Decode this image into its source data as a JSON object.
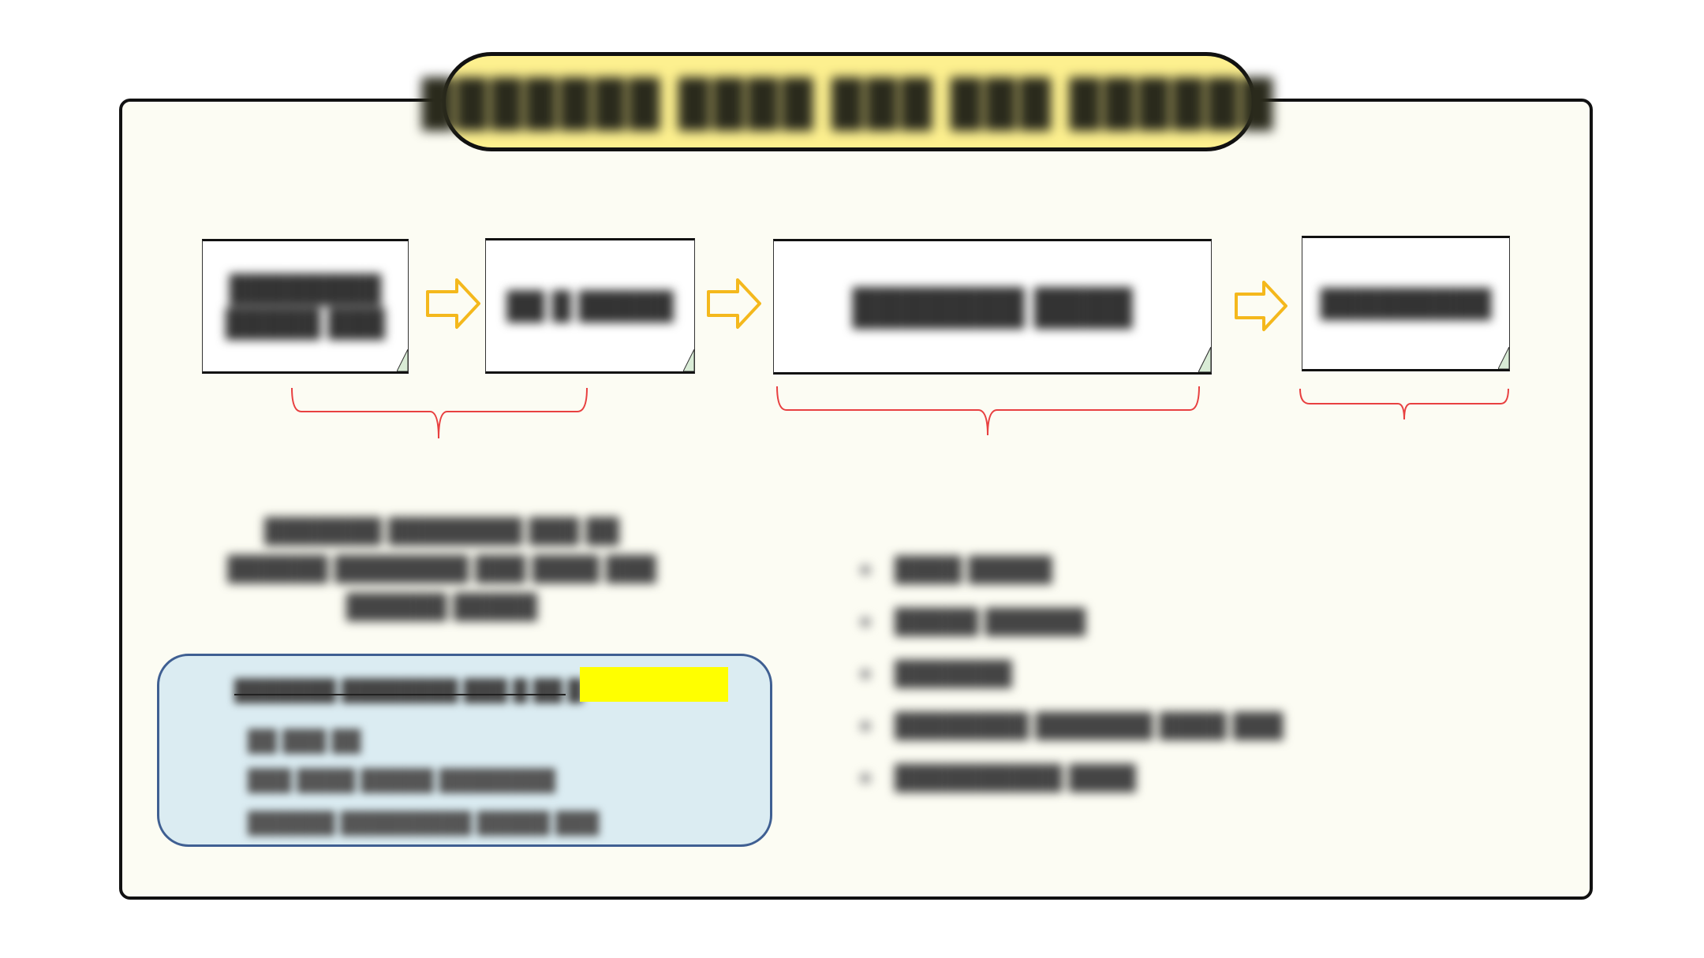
{
  "title": "███████ ████ ███ ███ ██████",
  "stages": [
    {
      "name": "stage-card-1",
      "text": "████████\n█████ ███"
    },
    {
      "name": "stage-card-2",
      "text": "██ █ █████"
    },
    {
      "name": "stage-card-3",
      "text": "███████ ████"
    },
    {
      "name": "stage-card-4",
      "text": "█████████"
    }
  ],
  "paragraph": "███████ ████████ ███ ██ ██████ ████████ ███ ████ ███ ██████ █████",
  "note": {
    "heading": "███████ ████████ ███ █ ██ █",
    "lines": [
      "██ ███ ██",
      "███ ████ █████ ████████",
      "██████ █████████ █████ ███"
    ]
  },
  "bullets": [
    "████ █████",
    "█████ ██████",
    "███████",
    "████████ ███████ ████ ███",
    "██████████ ████"
  ],
  "colors": {
    "panel_bg": "#fcfcf3",
    "title_bg": "#fdf08f",
    "arrow": "#f4b81c",
    "brace": "#e84040",
    "note_bg": "#dbecf2",
    "note_border": "#3f5f92",
    "highlight": "#ffff00"
  }
}
